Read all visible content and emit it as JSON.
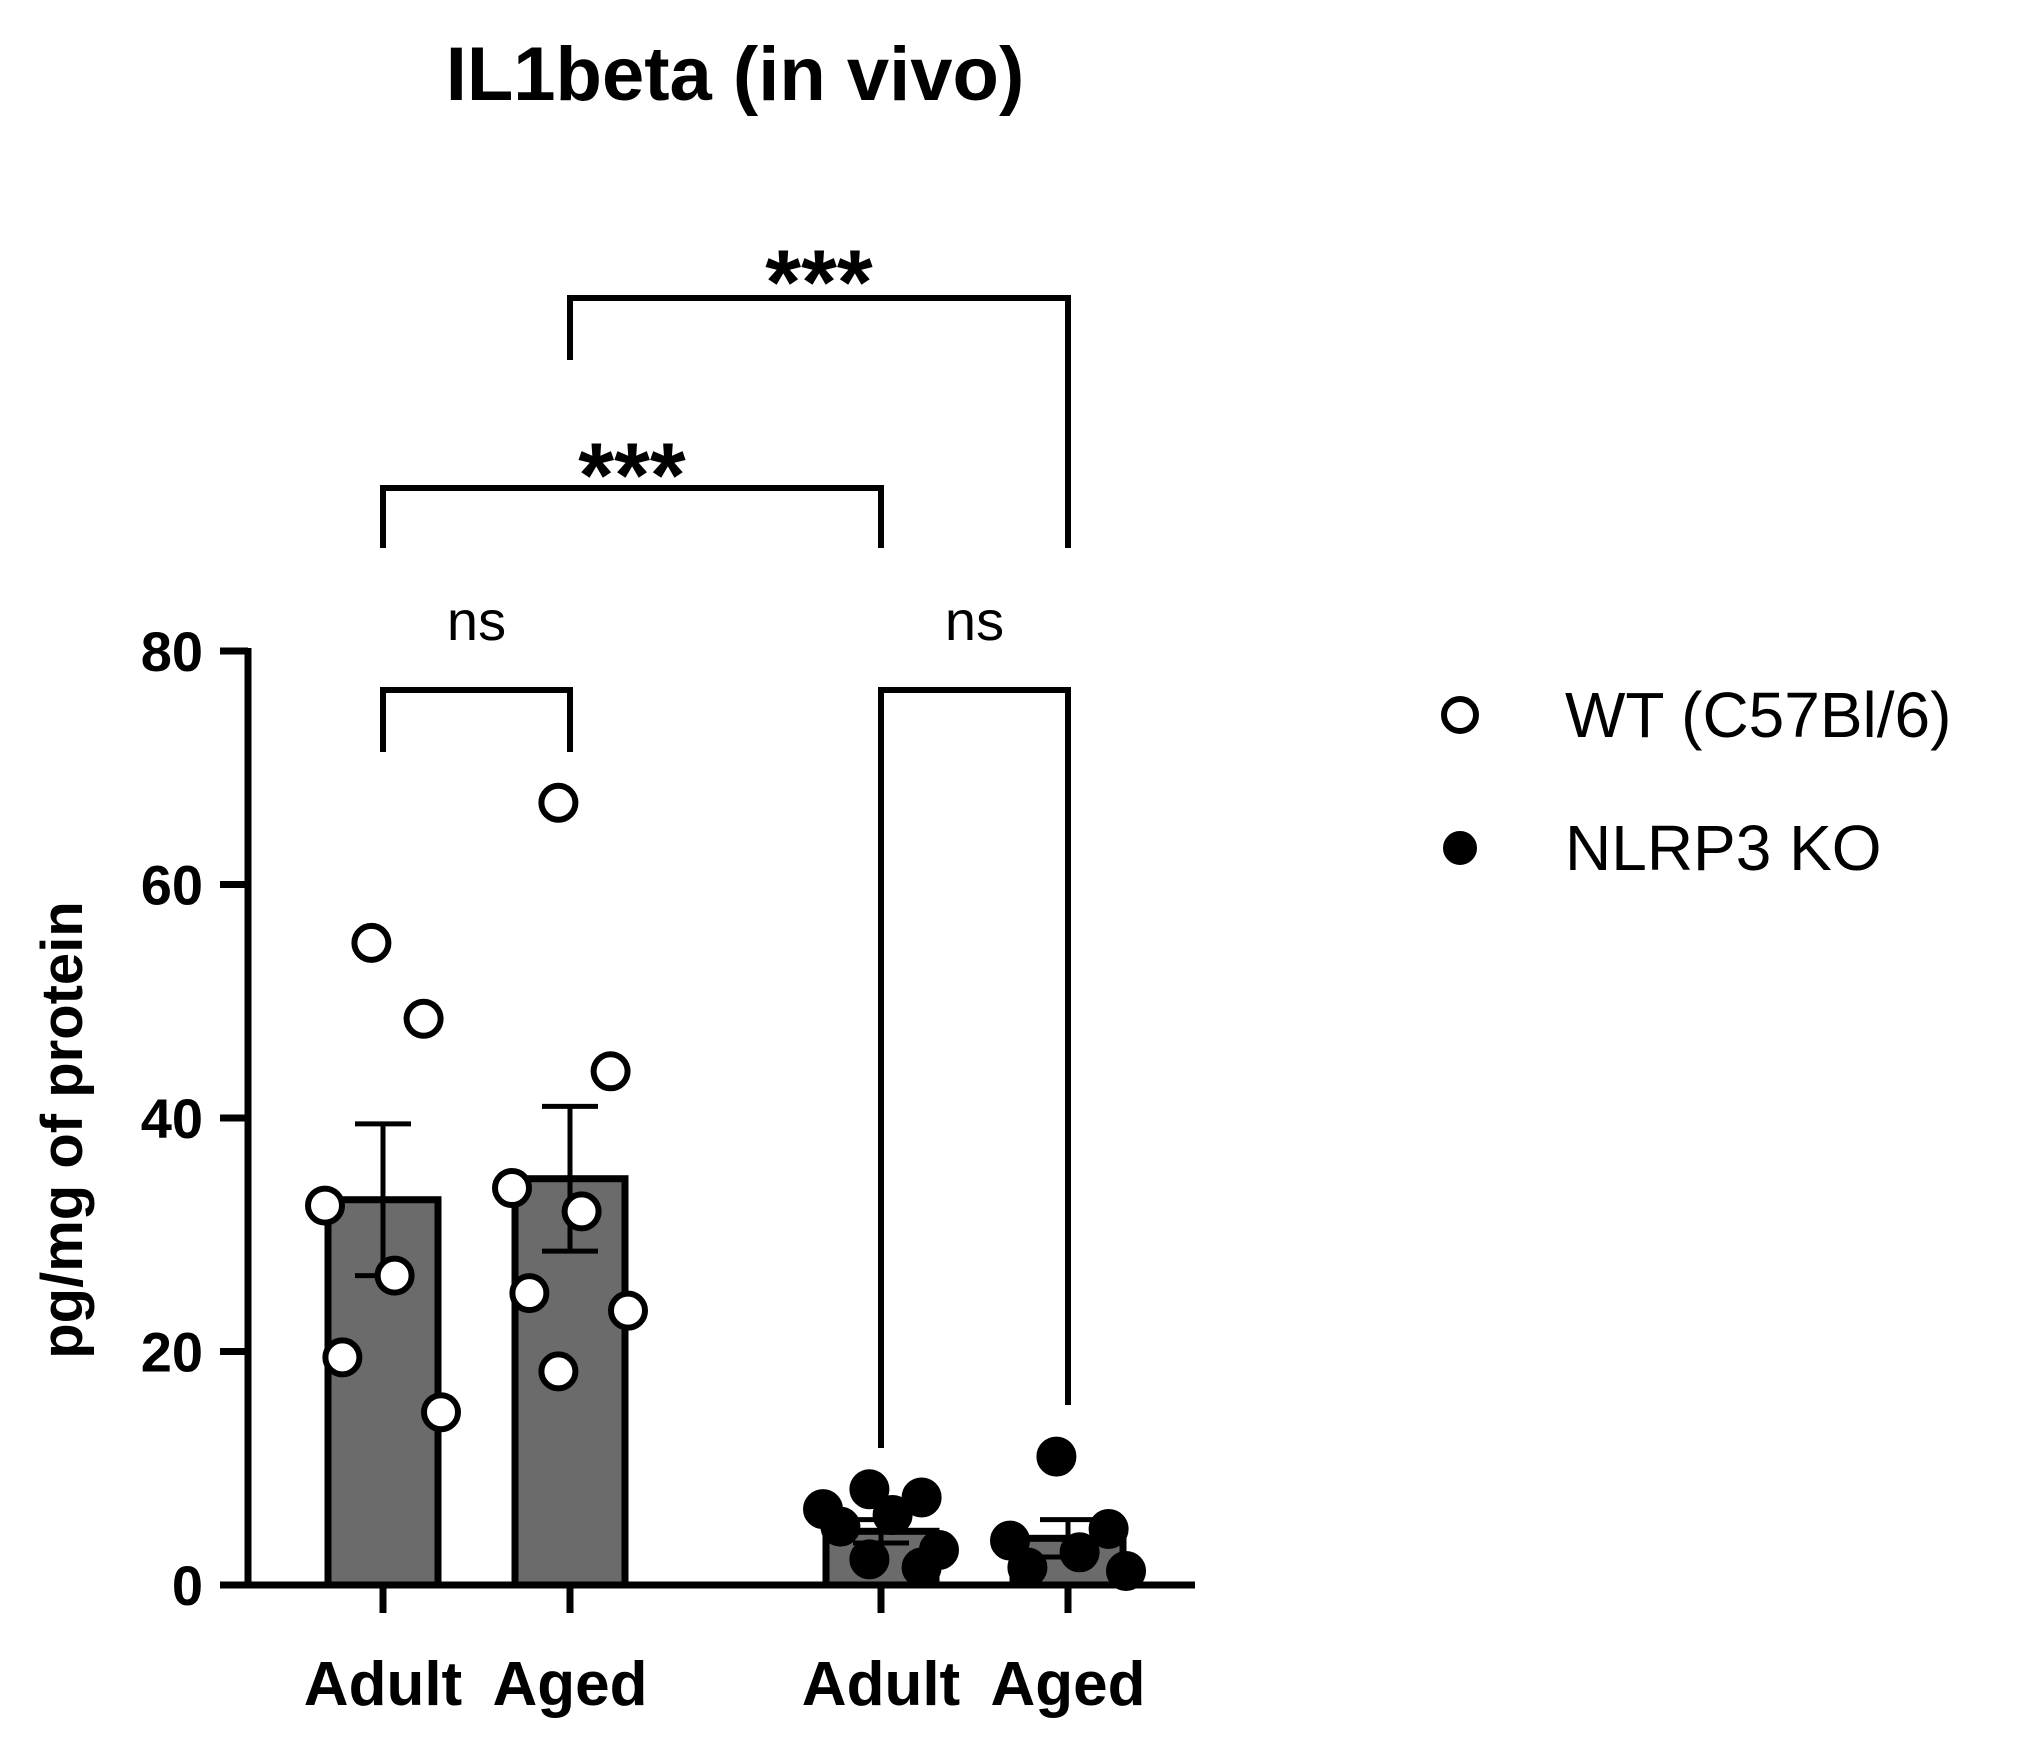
{
  "chart_data": {
    "type": "bar",
    "title": "IL1beta (in vivo)",
    "ylabel": "pg/mg of protein",
    "xlabel": "",
    "ylim": [
      0,
      80
    ],
    "yticks": [
      0,
      20,
      40,
      60,
      80
    ],
    "grid": false,
    "legend_placement": "right",
    "bar_color": "#6b6b6b",
    "categories": [
      "Adult",
      "Aged",
      "Adult",
      "Aged"
    ],
    "groups": [
      {
        "series": "WT (C57Bl/6)",
        "marker": "open-circle",
        "bars": [
          {
            "category": "Adult",
            "mean": 33,
            "sem": 6.5,
            "points": [
              55,
              48.5,
              32.5,
              26.5,
              19.5,
              14.8
            ]
          },
          {
            "category": "Aged",
            "mean": 34.8,
            "sem": 6.2,
            "points": [
              67,
              44,
              34,
              32,
              25,
              23.5,
              18.3
            ]
          }
        ]
      },
      {
        "series": "NLRP3 KO",
        "marker": "filled-circle",
        "bars": [
          {
            "category": "Adult",
            "mean": 4.6,
            "sem": 1.0,
            "points": [
              8.2,
              7.5,
              6.5,
              6,
              5,
              3,
              2.2,
              1.5
            ]
          },
          {
            "category": "Aged",
            "mean": 4.0,
            "sem": 1.6,
            "points": [
              11,
              4.8,
              3.8,
              2.8,
              1.5,
              1.2
            ]
          }
        ]
      }
    ],
    "legend": [
      {
        "label": "WT (C57Bl/6)",
        "marker": "open-circle"
      },
      {
        "label": "NLRP3 KO",
        "marker": "filled-circle"
      }
    ],
    "significance": [
      {
        "from": 0,
        "to": 1,
        "label": "ns",
        "level": 0
      },
      {
        "from": 2,
        "to": 3,
        "label": "ns",
        "level": 0
      },
      {
        "from": 0,
        "to": 2,
        "label": "***",
        "level": 1
      },
      {
        "from": 1,
        "to": 3,
        "label": "***",
        "level": 2
      }
    ]
  }
}
